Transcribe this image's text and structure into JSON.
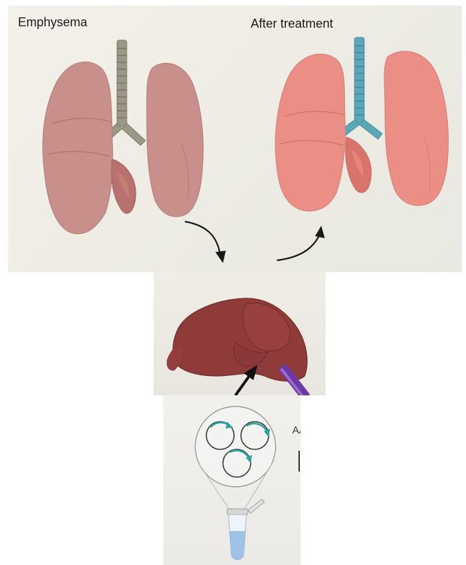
{
  "labels": {
    "before": "Emphysema",
    "after": "After treatment",
    "protein": "AAT"
  },
  "colors": {
    "lung_before": "#c98f8a",
    "lung_after": "#eb8f86",
    "trachea_before": "#9c9888",
    "trachea_after": "#5aa7b8",
    "liver": "#8e3b3a",
    "plasmid_arrow": "#2aa39b",
    "syringe": "#6b3aa0"
  },
  "icons": [
    "lungs-diseased-icon",
    "lungs-healthy-icon",
    "liver-icon",
    "plasmid-icon",
    "tube-icon",
    "syringe-icon",
    "curved-arrow-icon"
  ]
}
